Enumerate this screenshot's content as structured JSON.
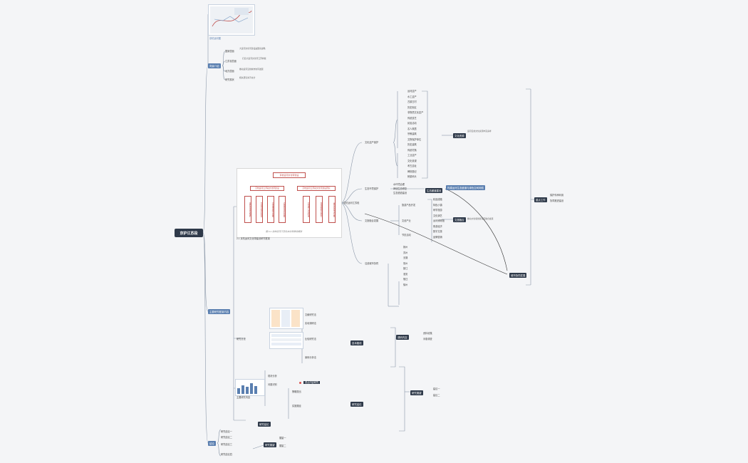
{
  "root": {
    "label": "京护江苏段"
  },
  "section_a": {
    "label": "背景介绍",
    "thumb_caption": "京杭运河图",
    "items": [
      {
        "label": "国家层面",
        "text": "大运河文化带建设是国家战略"
      },
      {
        "label": "江苏省层面",
        "text": "打造大运河文化带江苏样板"
      },
      {
        "label": "地方层面",
        "text": "推动运河沿线城市协同发展"
      },
      {
        "label": "研究现状",
        "text": "相关研究尚不充分"
      }
    ]
  },
  "section_b": {
    "label": "主要研究框架内容",
    "fig_title": "京杭运河文化带建设",
    "fig_left": "京杭运河江苏段文化带建设",
    "fig_right": "京杭运河江苏段文化带建设研究",
    "fig_cols": [
      "历史文化资源保护",
      "生态环境保护修复",
      "文化旅游融合发展",
      "沿线城市协同发展",
      "文化遗产活化利用",
      "区域品牌塑造提升",
      "运河文化传承弘扬"
    ],
    "fig_caption": "图 2-1 京杭运河江苏段文化带建设框架",
    "fig_note": "2-1 京杭运河文化带建设研究框架",
    "upper": {
      "label": "京杭运河江苏段",
      "g1_label": "文化遗产保护",
      "g1_items": [
        "运河遗产",
        "水工遗产",
        "古镇古村",
        "历史街区",
        "非物质文化遗产",
        "传统技艺",
        "民俗活动",
        "名人故居",
        "宗教建筑",
        "文物保护单位",
        "历史建筑",
        "传统村落",
        "工业遗产",
        "文化景观",
        "考古遗址",
        "碑刻题记",
        "桥梁码头"
      ],
      "g1_tag": "文化资源",
      "g1_tag_note": "运河沿线文化资源丰富多样",
      "g2_label": "生态环境保护",
      "g2_items": [
        "水环境治理",
        "岸线生态修复",
        "生态廊道建设"
      ],
      "g2_tag": "生态廊道建设",
      "g2_tag_note": "构建运河生态廊道与绿色空间网络",
      "g3_label": "文旅融合发展",
      "g3_sub": [
        "旅游产品开发",
        "文创产业",
        "节庆活动"
      ],
      "g3_items": [
        "精品线路",
        "特色小镇",
        "研学旅游",
        "文化演艺",
        "运河博物馆",
        "夜游经济",
        "数字文旅",
        "品牌营销"
      ],
      "g3_tag": "文旅融合",
      "g3_tag_note": "推动文化和旅游深度融合发展",
      "g4_label": "沿线城市协同",
      "g4_items": [
        "扬州",
        "苏州",
        "无锡",
        "常州",
        "镇江",
        "淮安",
        "宿迁",
        "徐州"
      ],
      "g4_tag": "城市协同发展",
      "far_tag": "重点工作",
      "far_items": [
        "保护传承利用",
        "协同推进建设"
      ]
    },
    "middle": {
      "label": "研究方法",
      "tag": "技术路线",
      "items": [
        "文献研究法",
        "实地调研法",
        "比较研究法",
        "案例分析法"
      ],
      "tag2": "调研内容",
      "tag2_items": [
        "资料收集",
        "问卷调查"
      ]
    },
    "lower": {
      "label": "主要研究内容",
      "tag": "研究结论",
      "items": [
        "现状分析",
        "问题识别",
        "策略提出",
        "实施路径"
      ],
      "red_label": "重点内容研究",
      "tag_final": "研究展望",
      "final_items": [
        "建议一",
        "建议二"
      ]
    }
  },
  "section_c": {
    "label": "结论",
    "items": [
      "研究结论一",
      "研究结论二",
      "研究结论三",
      "研究结论四"
    ],
    "tag": "研究展望",
    "tag_items": [
      "展望一",
      "展望二"
    ]
  },
  "colors": {
    "dark": "#2f3a4a",
    "blue": "#5a7fb0",
    "line": "#8a97a8",
    "accent": "#c0504d"
  }
}
